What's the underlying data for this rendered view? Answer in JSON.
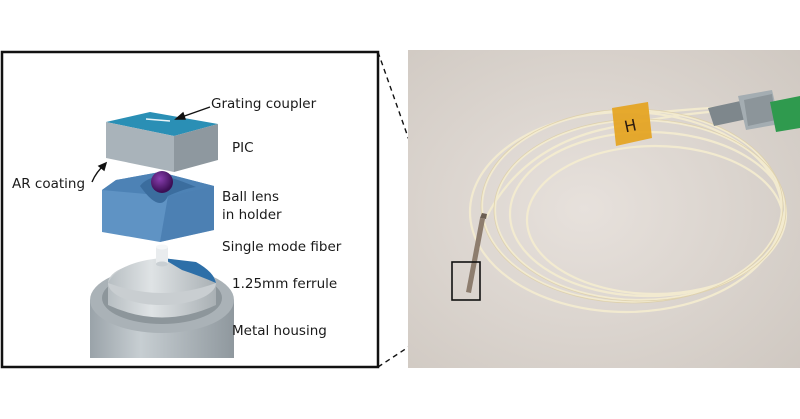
{
  "figure": {
    "labels": {
      "grating_coupler": "Grating coupler",
      "pic": "PIC",
      "ar_coating": "AR coating",
      "ball_lens_line1": "Ball lens",
      "ball_lens_line2": "in holder",
      "single_mode_fiber": "Single mode fiber",
      "ferrule": "1.25mm ferrule",
      "metal_housing": "Metal housing"
    },
    "colors": {
      "pic_top": "#2a8fb5",
      "pic_side": "#a9b3ba",
      "lens_holder": "#5f93c4",
      "ball_lens": "#5a1a7a",
      "housing": "#b9c1c6",
      "ferrule": "#cfd4d7",
      "fiber_tube": "#f2e9c9",
      "tape": "#e4a21b",
      "photo_bg": "#dcd6d0"
    },
    "photo_tape_mark": "H"
  }
}
